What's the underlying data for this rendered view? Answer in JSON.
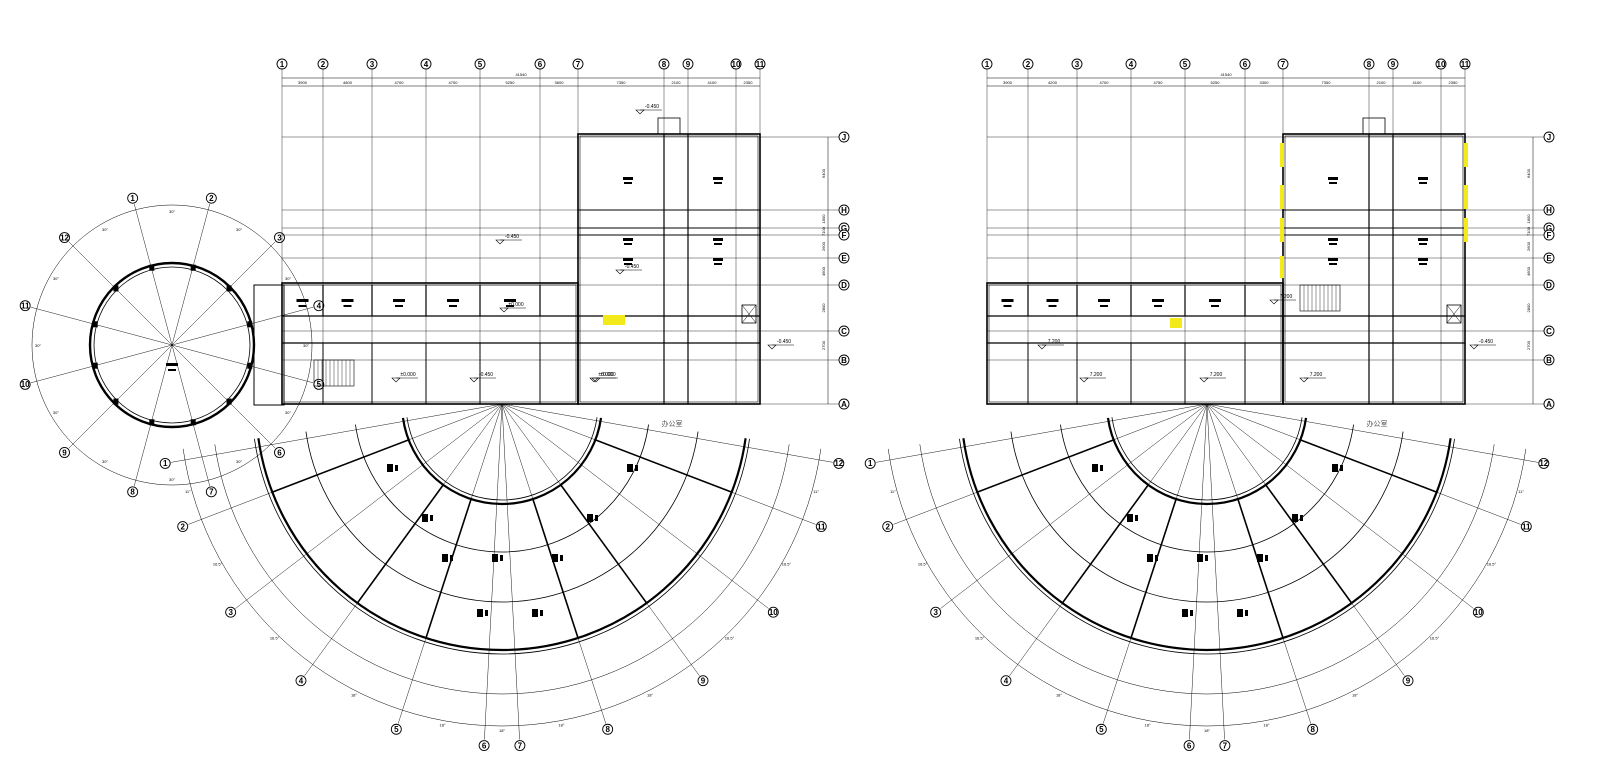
{
  "colors": {
    "ink": "#000000",
    "highlight": "#f2ea1a",
    "paper": "#ffffff"
  },
  "plans": [
    {
      "id": "left",
      "top_grid": [
        "1",
        "2",
        "3",
        "4",
        "5",
        "6",
        "7",
        "8",
        "9",
        "10",
        "11"
      ],
      "top_dims": [
        "3900",
        "4800",
        "4700",
        "4700",
        "5250",
        "3600",
        "7350",
        "2100",
        "4100",
        "2350"
      ],
      "top_total": "41540",
      "right_grid": [
        "J",
        "H",
        "G",
        "F",
        "E",
        "D",
        "C",
        "B",
        "A"
      ],
      "right_dims": [
        "6400",
        "1800",
        "7100",
        "2600",
        "4600",
        "2800",
        "2700"
      ],
      "radial_grid": [
        "1",
        "2",
        "3",
        "4",
        "5",
        "6",
        "7",
        "8",
        "9",
        "10",
        "11",
        "12"
      ],
      "radial_angles": [
        "11°",
        "16.5°",
        "16.5°",
        "18°",
        "18°",
        "18°",
        "18°",
        "18°",
        "16.5°",
        "16.5°",
        "11°"
      ],
      "circle_grid": [
        "1",
        "2",
        "3",
        "4",
        "5",
        "6",
        "7",
        "8",
        "9",
        "10",
        "11",
        "12"
      ],
      "circle_angles": [
        "30°",
        "30°",
        "30°",
        "30°",
        "30°",
        "30°",
        "30°",
        "30°",
        "30°",
        "30°",
        "30°",
        "30°"
      ],
      "room_label": "办公室",
      "levels": [
        "-0.450",
        "-0.450",
        "±0.000",
        "-0.450",
        "±0.000",
        "-0.450",
        "±0.000",
        "±0.000",
        "-0.450"
      ]
    },
    {
      "id": "right",
      "top_grid": [
        "1",
        "2",
        "3",
        "4",
        "5",
        "6",
        "7",
        "8",
        "9",
        "10",
        "11"
      ],
      "top_dims": [
        "3900",
        "4200",
        "4700",
        "4750",
        "5250",
        "3300",
        "7350",
        "2100",
        "4100",
        "2350"
      ],
      "top_total": "41540",
      "right_grid": [
        "J",
        "H",
        "G",
        "F",
        "E",
        "D",
        "C",
        "B",
        "A"
      ],
      "right_dims": [
        "6400",
        "1800",
        "7100",
        "2600",
        "4600",
        "2800",
        "2700"
      ],
      "radial_grid": [
        "1",
        "2",
        "3",
        "4",
        "5",
        "6",
        "7",
        "8",
        "9",
        "10",
        "11",
        "12"
      ],
      "radial_angles": [
        "11°",
        "16.5°",
        "16.5°",
        "18°",
        "18°",
        "18°",
        "18°",
        "18°",
        "16.5°",
        "16.5°",
        "11°"
      ],
      "room_label": "办公室",
      "levels": [
        "7.200",
        "7.200",
        "7.200",
        "7.200",
        "7.200",
        "-0.450"
      ]
    }
  ]
}
